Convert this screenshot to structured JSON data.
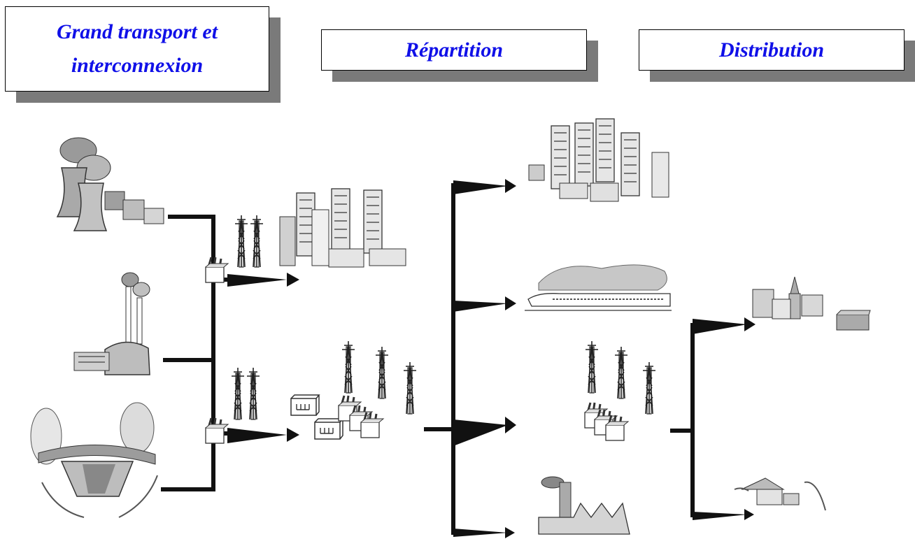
{
  "headers": {
    "transport": {
      "line1": "Grand transport et",
      "line2": "interconnexion"
    },
    "repartition": "Répartition",
    "distribution": "Distribution"
  },
  "colors": {
    "header_text": "#1010e8",
    "line": "#111111",
    "shadow": "#7a7a7a"
  },
  "icons": [
    "nuclear-plant-icon",
    "thermal-plant-icon",
    "hydro-dam-icon",
    "pylon-pair-icon",
    "transformer-icon",
    "large-city-icon",
    "substation-icon",
    "pylon-group-icon",
    "city-icon",
    "train-icon",
    "factory-icon",
    "village-icon",
    "farm-icon"
  ]
}
